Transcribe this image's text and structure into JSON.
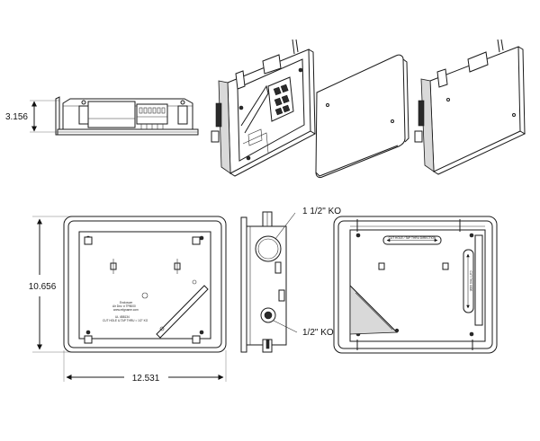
{
  "dimensions": {
    "side_height": "3.156",
    "front_height": "10.656",
    "front_width": "12.531"
  },
  "callouts": {
    "large_knockout": "1 1/2\" KO",
    "small_knockout": "1/2\" KO"
  },
  "label_plate": {
    "line1": "Enclosure",
    "line2": "Air Dev. # TP8000",
    "line3": "www.mfgname.com",
    "line4": "UL 4B8134",
    "line5": "CUT HOLE & TAP THRU = 1/2\" KO"
  },
  "rear_labels": {
    "top": "CUT HOLE / TAP THRU DIRECTION",
    "side": "CUT THIS SIDE"
  }
}
